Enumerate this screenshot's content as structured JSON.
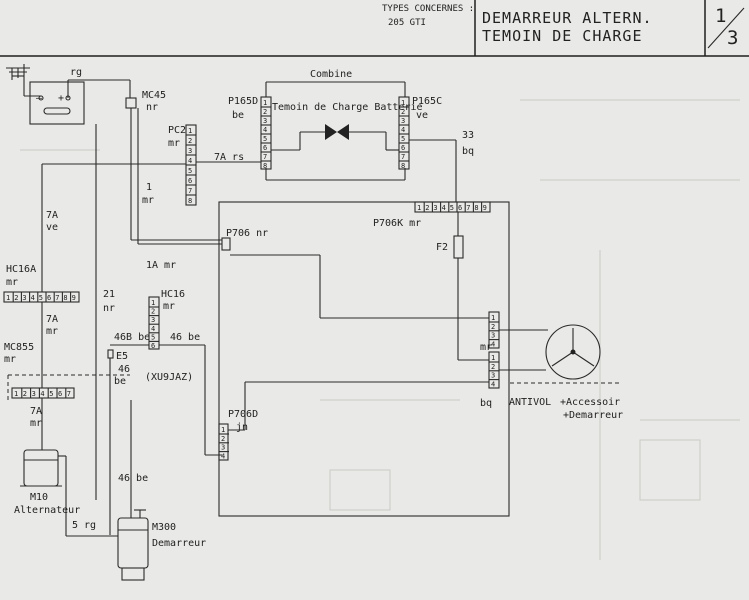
{
  "header": {
    "types_label": "TYPES CONCERNES :",
    "types_value": "205 GTI",
    "title_line1": "DEMARREUR ALTERN.",
    "title_line2": "TEMOIN DE CHARGE",
    "page_num": "1",
    "page_den": "3"
  },
  "labels": {
    "rg": "rg",
    "mc45": "MC45",
    "mc45_color": "nr",
    "combine": "Combine",
    "p165d": "P165D",
    "p165d_color": "be",
    "p165c": "P165C",
    "p165c_color": "ve",
    "temoin": "Temoin de Charge Batterie",
    "pc2": "PC2",
    "pc2_color": "mr",
    "w_7a_rs": "7A rs",
    "w_33": "33",
    "w_33_color": "bq",
    "w_1": "1",
    "w_1_color": "mr",
    "p706k": "P706K mr",
    "f2": "F2",
    "p706": "P706 nr",
    "w_7a_left": "7A",
    "w_7a_left_color": "ve",
    "hc16a": "HC16A",
    "hc16a_color": "mr",
    "w_1a_mr": "1A mr",
    "hc16": "HC16",
    "hc16_color": "mr",
    "w_21": "21",
    "w_21_color": "nr",
    "w_7a_mid": "7A",
    "w_7a_mid_color": "mr",
    "w_46b_be": "46B be",
    "w_46_be_a": "46 be",
    "e5": "E5",
    "w_46": "46",
    "w_46_color": "be",
    "xu9jaz": "(XU9JAZ)",
    "mc855": "MC855",
    "mc855_color": "mr",
    "mr_right": "mr",
    "bq_right": "bq",
    "antivol": "ANTIVOL",
    "accessoir": "+Accessoir",
    "demarreur_plus": "+Demarreur",
    "p706d": "P706D",
    "p706d_color": "jn",
    "w_7a_low": "7A",
    "w_7a_low_color": "mr",
    "m10": "M10",
    "alternateur": "Alternateur",
    "w_46_be_low": "46 be",
    "w_5_rg": "5 rg",
    "m300": "M300",
    "demarreur": "Demarreur"
  },
  "connectors": {
    "p165d_pins": [
      "1",
      "2",
      "3",
      "4",
      "5",
      "6",
      "7",
      "8"
    ],
    "p165c_pins": [
      "1",
      "2",
      "3",
      "4",
      "5",
      "6",
      "7",
      "8"
    ],
    "pc2_pins": [
      "1",
      "2",
      "3",
      "4",
      "5",
      "6",
      "7",
      "8"
    ],
    "p706k_pins": [
      "1",
      "2",
      "3",
      "4",
      "5",
      "6",
      "7",
      "8",
      "9"
    ],
    "hc16a_pins": [
      "1",
      "2",
      "3",
      "4",
      "5",
      "6",
      "7",
      "8",
      "9"
    ],
    "hc16_pins": [
      "1",
      "2",
      "3",
      "4",
      "5",
      "6"
    ],
    "mc855_pins": [
      "1",
      "2",
      "3",
      "4",
      "5",
      "6",
      "7"
    ],
    "p706d_pins": [
      "1",
      "2",
      "3",
      "4"
    ],
    "antivol_pins_top": [
      "1",
      "2",
      "3",
      "4"
    ],
    "antivol_pins_bot": [
      "1",
      "2",
      "3",
      "4"
    ]
  }
}
